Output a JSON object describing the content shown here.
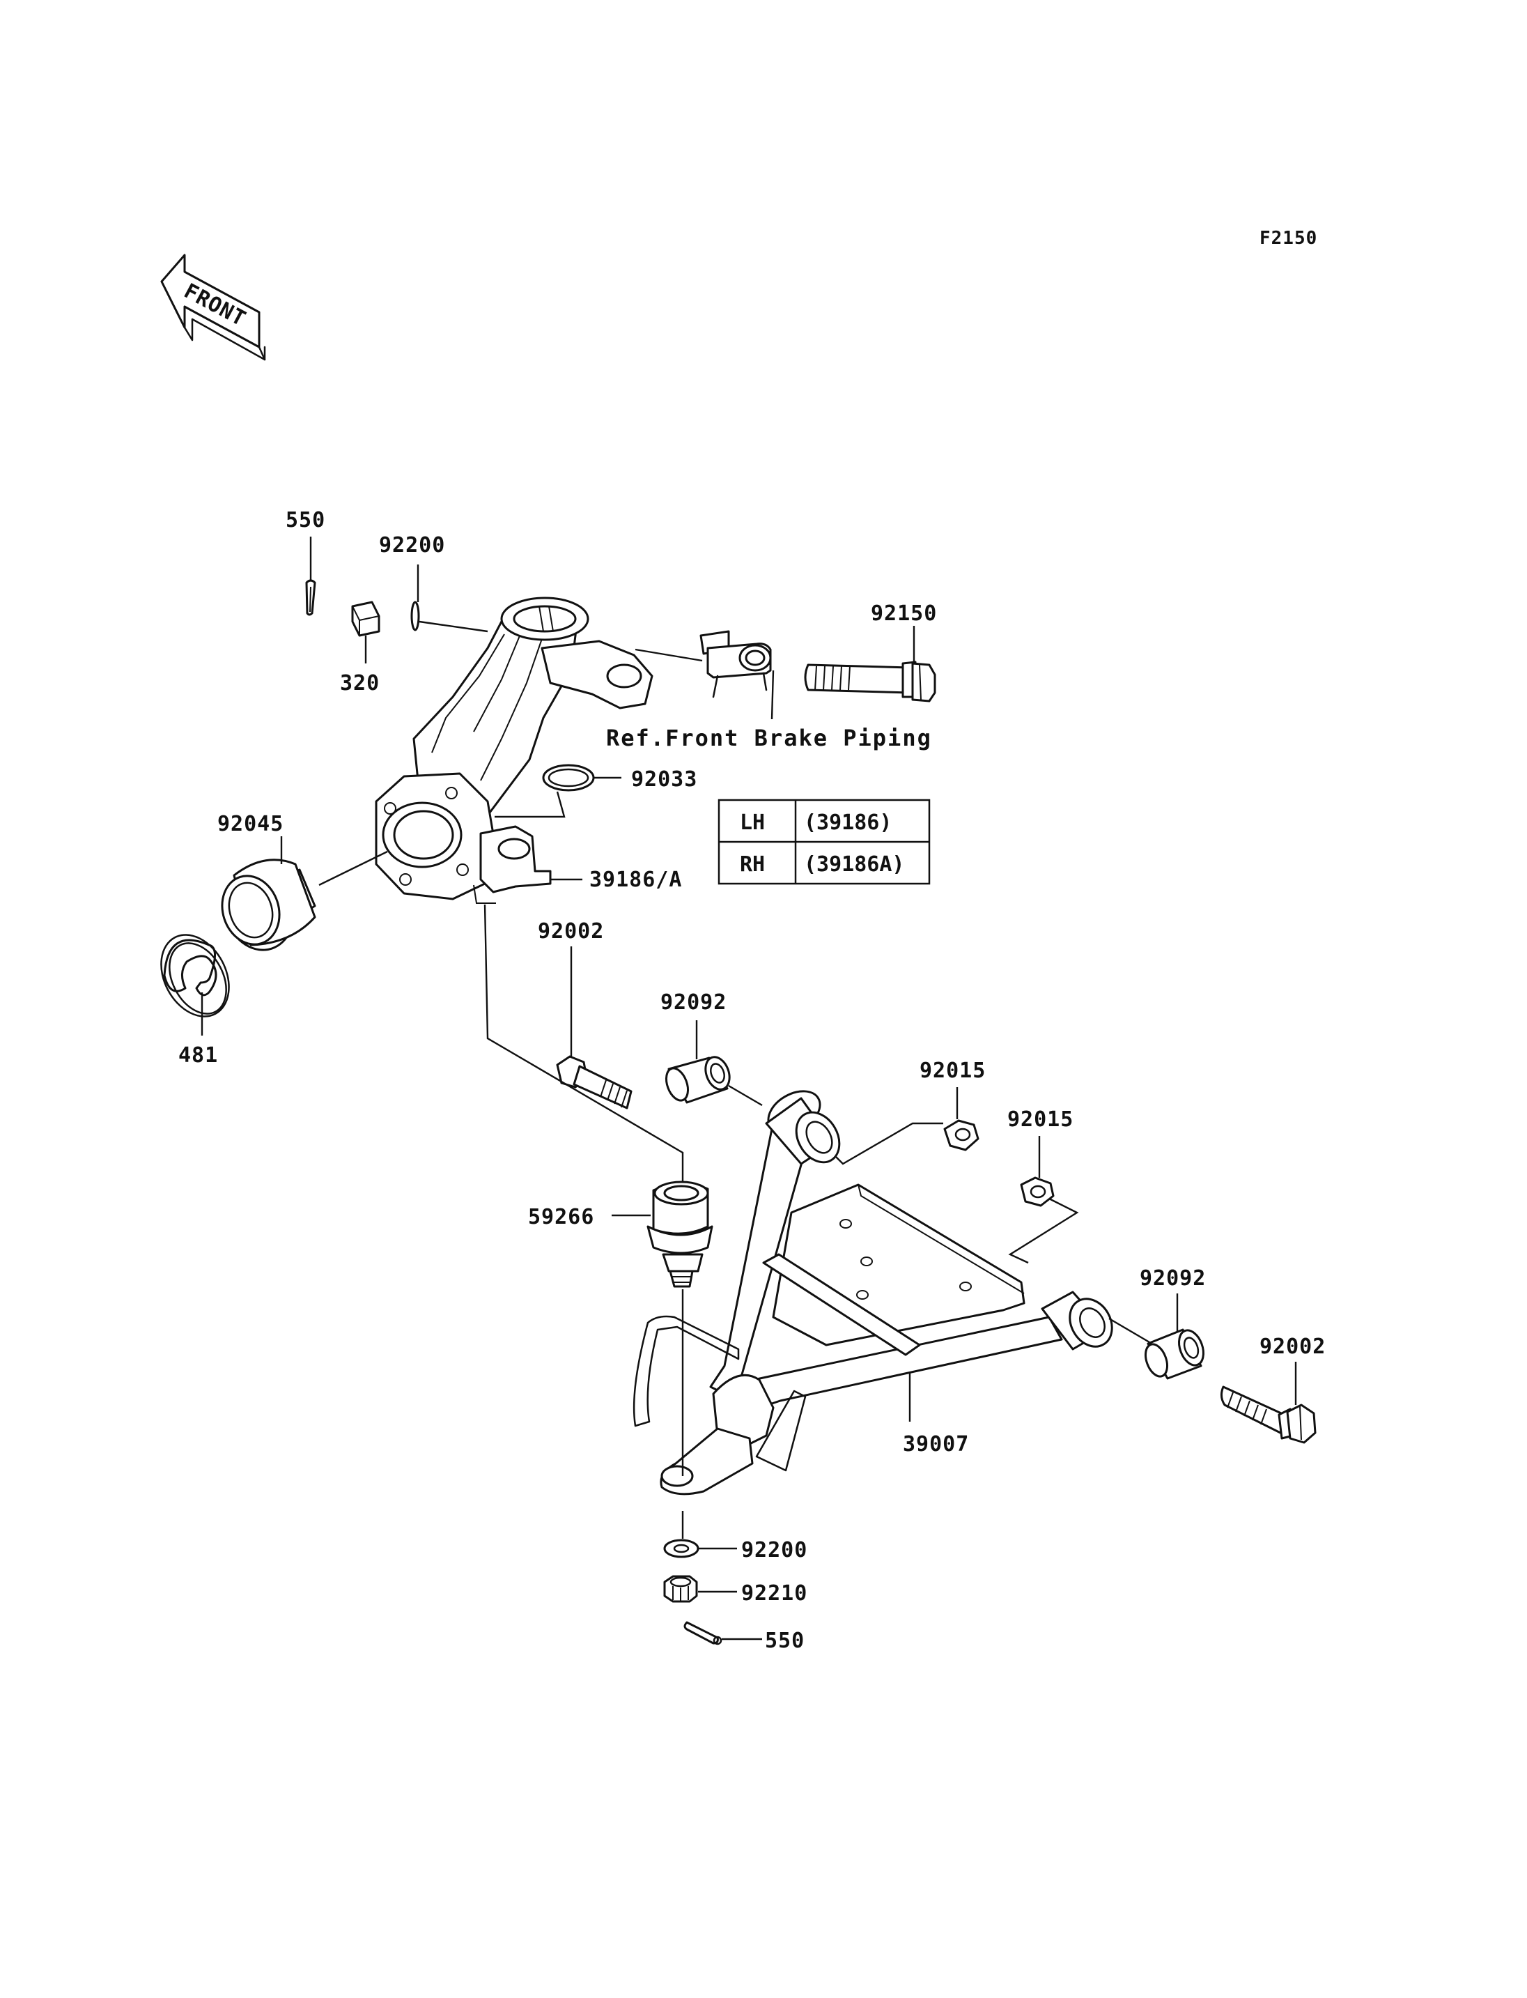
{
  "diagram": {
    "code": "F2150",
    "front_label": "FRONT",
    "ref_note": "Ref.Front Brake Piping",
    "side_table": [
      {
        "side": "LH",
        "part": "(39186)"
      },
      {
        "side": "RH",
        "part": "(39186A)"
      }
    ],
    "callouts": {
      "p550_top": "550",
      "p92200_top": "92200",
      "p320": "320",
      "p92150": "92150",
      "p92033": "92033",
      "p92045": "92045",
      "p39186": "39186/A",
      "p481": "481",
      "p92002_left": "92002",
      "p92092_left": "92092",
      "p92015_a": "92015",
      "p92015_b": "92015",
      "p59266": "59266",
      "p92092_right": "92092",
      "p92002_right": "92002",
      "p39007": "39007",
      "p92200_bottom": "92200",
      "p92210": "92210",
      "p550_bottom": "550"
    }
  }
}
